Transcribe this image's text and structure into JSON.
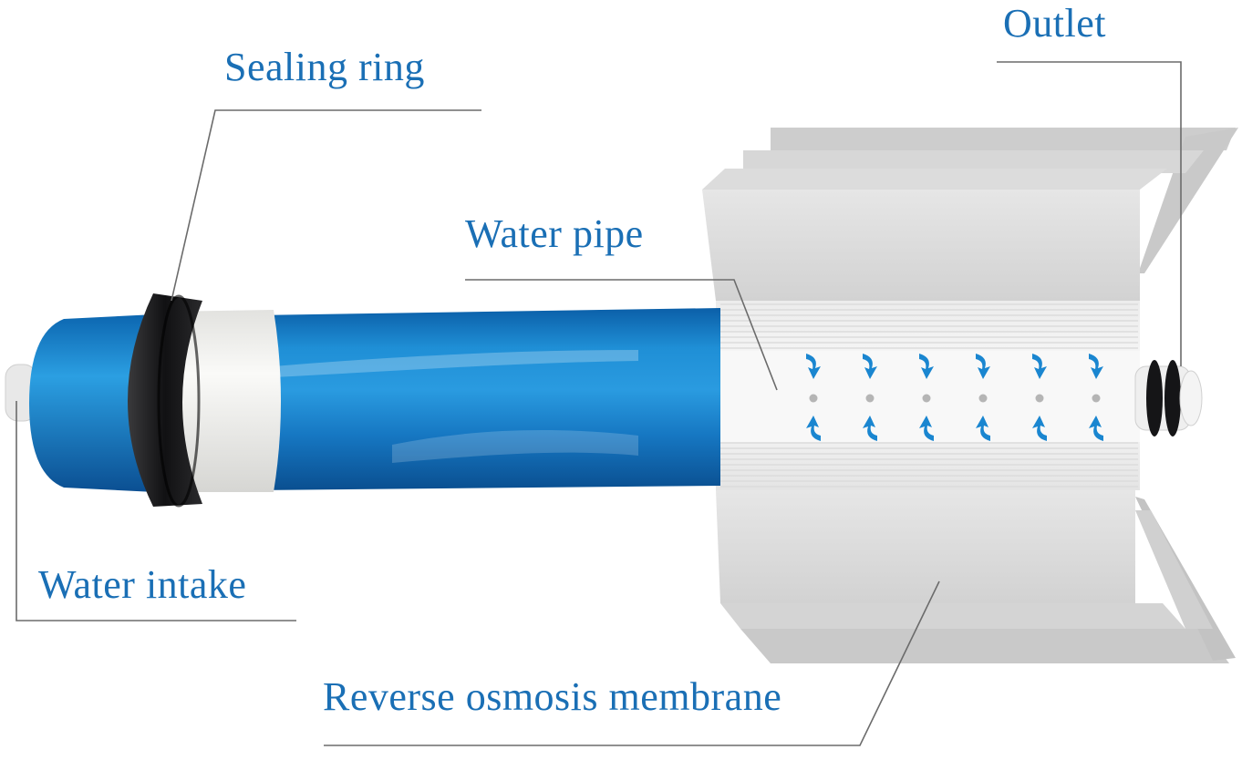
{
  "colors": {
    "label_text": "#1a6fb5",
    "leader_line": "#6b6b6b",
    "housing_blue": "#1f8fd6",
    "housing_blue_dark": "#0b5fa8",
    "sealing_ring": "#1d1d1f",
    "white_band": "#f2f2f0",
    "membrane_sheet": "#d9d9d9",
    "membrane_sheet_dark": "#c4c4c4",
    "center_tube": "#f7f7f7",
    "flow_arrow": "#1a86d0",
    "pore_dot": "#b5b5b5"
  },
  "labels": {
    "outlet": "Outlet",
    "sealing_ring": "Sealing ring",
    "water_pipe": "Water pipe",
    "water_intake": "Water intake",
    "reverse_osmosis_membrane": "Reverse osmosis membrane"
  },
  "flow_arrow_columns": 6
}
